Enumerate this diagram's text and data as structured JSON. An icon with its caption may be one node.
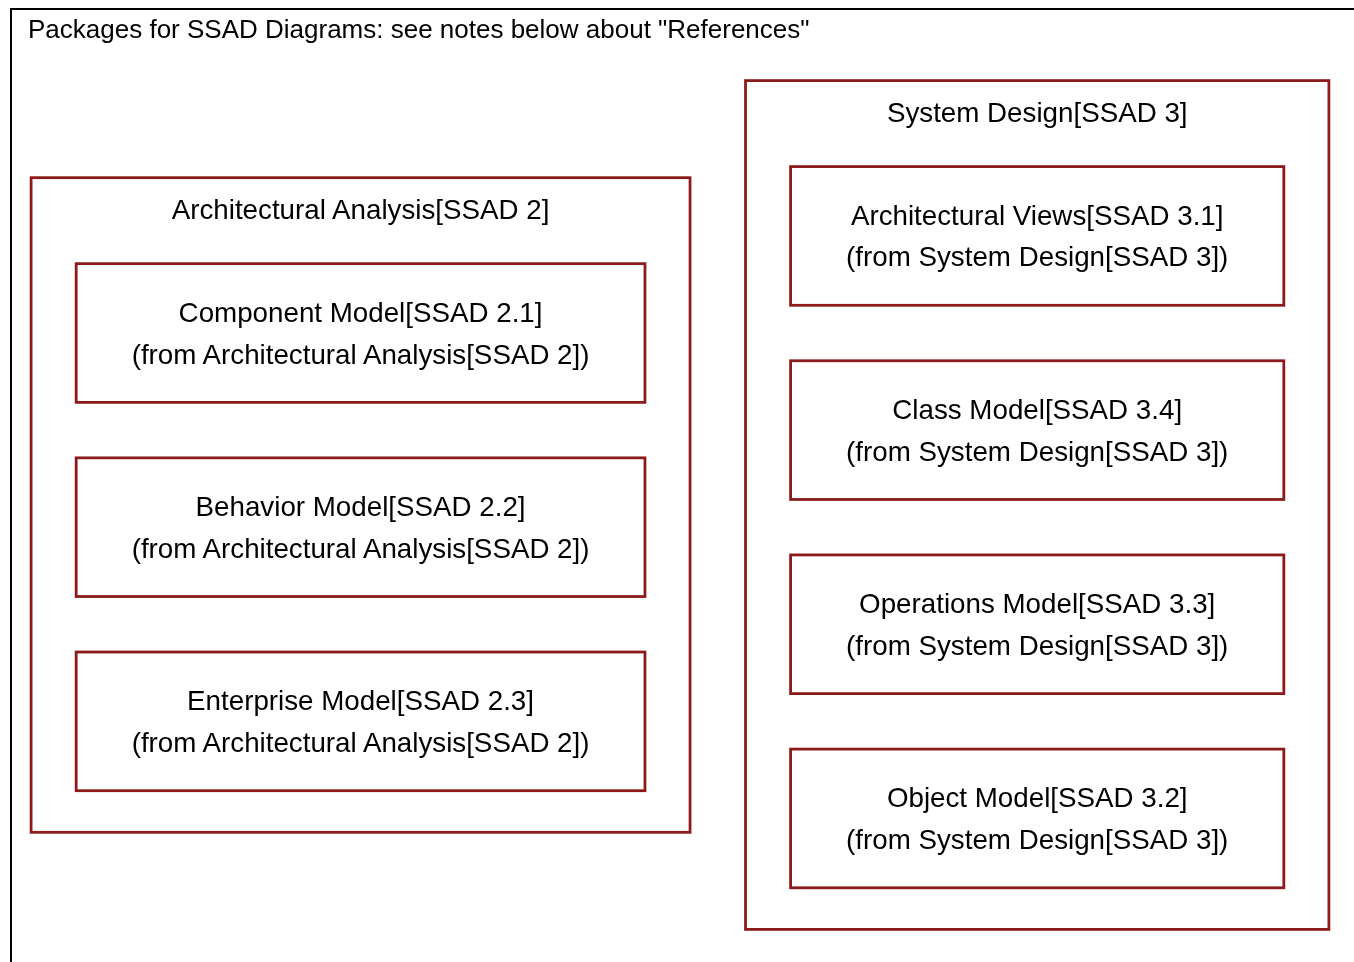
{
  "diagram": {
    "title": "Packages for SSAD Diagrams:  see notes below about \"References\"",
    "nodes": [
      {
        "text": [
          "Architectural Analysis[SSAD 2]"
        ]
      },
      {
        "text": [
          "Component Model[SSAD 2.1]",
          "(from Architectural Analysis[SSAD 2])"
        ],
        "in": 0
      },
      {
        "text": [
          "Behavior Model[SSAD 2.2]",
          "(from Architectural Analysis[SSAD 2])"
        ],
        "in": 0
      },
      {
        "text": [
          "Enterprise Model[SSAD 2.3]",
          "(from Architectural Analysis[SSAD 2])"
        ],
        "in": 0
      },
      {
        "text": [
          "System Design[SSAD 3]"
        ]
      },
      {
        "text": [
          "Architectural Views[SSAD 3.1]",
          "(from System Design[SSAD 3])"
        ],
        "in": 4
      },
      {
        "text": [
          "Class Model[SSAD 3.4]",
          "(from System Design[SSAD 3])"
        ],
        "in": 4
      },
      {
        "text": [
          "Operations Model[SSAD 3.3]",
          "(from System Design[SSAD 3])"
        ],
        "in": 4
      },
      {
        "text": [
          "Object Model[SSAD 3.2]",
          "(from System Design[SSAD 3])"
        ],
        "in": 4
      }
    ],
    "edges": []
  }
}
